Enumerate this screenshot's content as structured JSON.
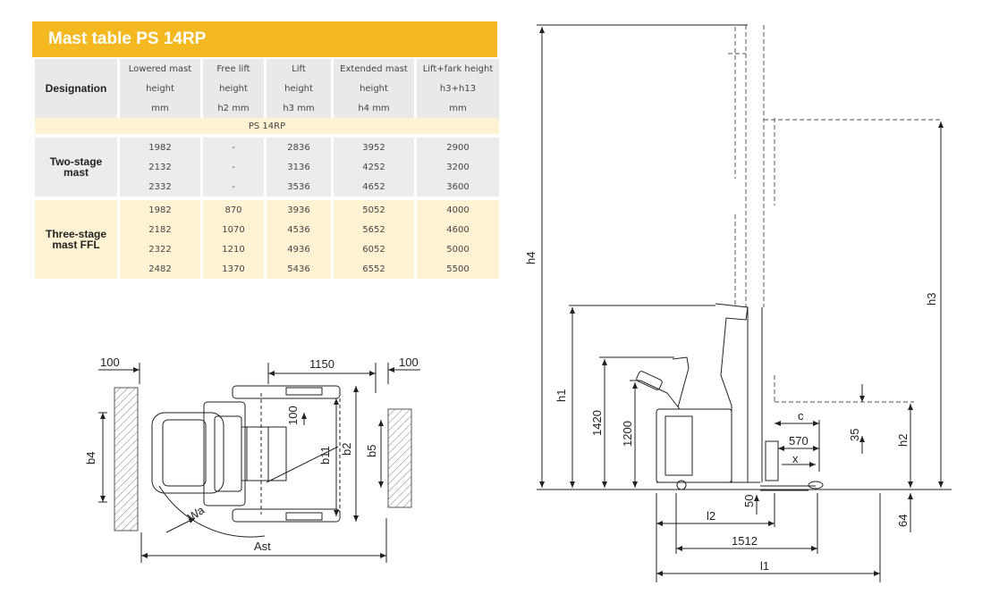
{
  "title": "Mast table PS 14RP",
  "columns": [
    {
      "l1": "",
      "l2": "Designation",
      "l3": ""
    },
    {
      "l1": "Lowered mast",
      "l2": "height",
      "l3": "mm"
    },
    {
      "l1": "Free lift",
      "l2": "height",
      "l3": "h2 mm"
    },
    {
      "l1": "Lift",
      "l2": "height",
      "l3": "h3 mm"
    },
    {
      "l1": "Extended mast",
      "l2": "height",
      "l3": "h4 mm"
    },
    {
      "l1": "Lift+fark height",
      "l2": "h3+h13",
      "l3": "mm"
    }
  ],
  "model_label": "PS 14RP",
  "groups": [
    {
      "name_1": "Two-stage",
      "name_2": "mast",
      "rows": [
        [
          "1982",
          "-",
          "2836",
          "3952",
          "2900"
        ],
        [
          "2132",
          "-",
          "3136",
          "4252",
          "3200"
        ],
        [
          "2332",
          "-",
          "3536",
          "4652",
          "3600"
        ]
      ]
    },
    {
      "name_1": "Three-stage",
      "name_2": "mast FFL",
      "rows": [
        [
          "1982",
          "870",
          "3936",
          "5052",
          "4000"
        ],
        [
          "2182",
          "1070",
          "4536",
          "5652",
          "4600"
        ],
        [
          "2322",
          "1210",
          "4936",
          "6052",
          "5000"
        ],
        [
          "2482",
          "1370",
          "5436",
          "6552",
          "5500"
        ]
      ]
    }
  ],
  "top_view": {
    "d_100_left": "100",
    "d_1150": "1150",
    "d_100_right": "100",
    "d_100_v": "100",
    "b4": "b4",
    "b11": "b11",
    "b2": "b2",
    "b5": "b5",
    "wa": "Wa",
    "ast": "Ast"
  },
  "side_view": {
    "h4": "h4",
    "h3": "h3",
    "h1": "h1",
    "d_1420": "1420",
    "d_1200": "1200",
    "c": "c",
    "d_570": "570",
    "x": "x",
    "d_35": "35",
    "h2": "h2",
    "d_50": "50",
    "l2": "l2",
    "d_1512": "1512",
    "l1": "l1",
    "d_64": "64"
  },
  "colors": {
    "accent": "#f4b820",
    "header_bg": "#e9e9e9",
    "yellow_row": "#fdf3d2"
  }
}
